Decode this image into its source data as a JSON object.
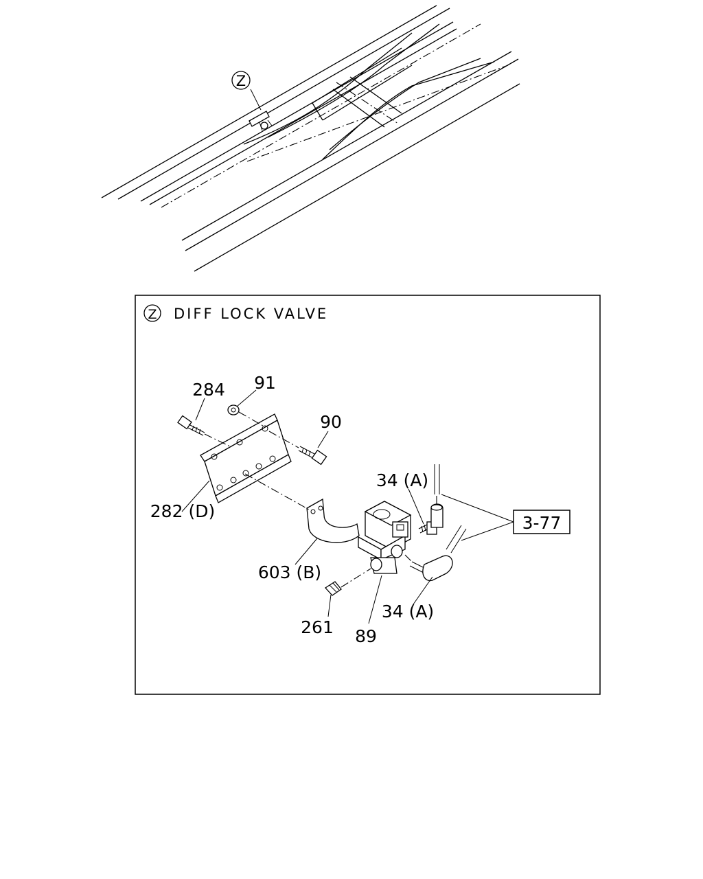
{
  "overview": {
    "callout_letter": "Z"
  },
  "detail": {
    "callout_letter": "Z",
    "title": "DIFF LOCK VALVE",
    "reference": "3-77",
    "labels": {
      "l284": "284",
      "l91": "91",
      "l90": "90",
      "l34a_top": "34 (A)",
      "l282d": "282 (D)",
      "l603b": "603 (B)",
      "l34a_bottom": "34 (A)",
      "l261": "261",
      "l89": "89"
    }
  }
}
